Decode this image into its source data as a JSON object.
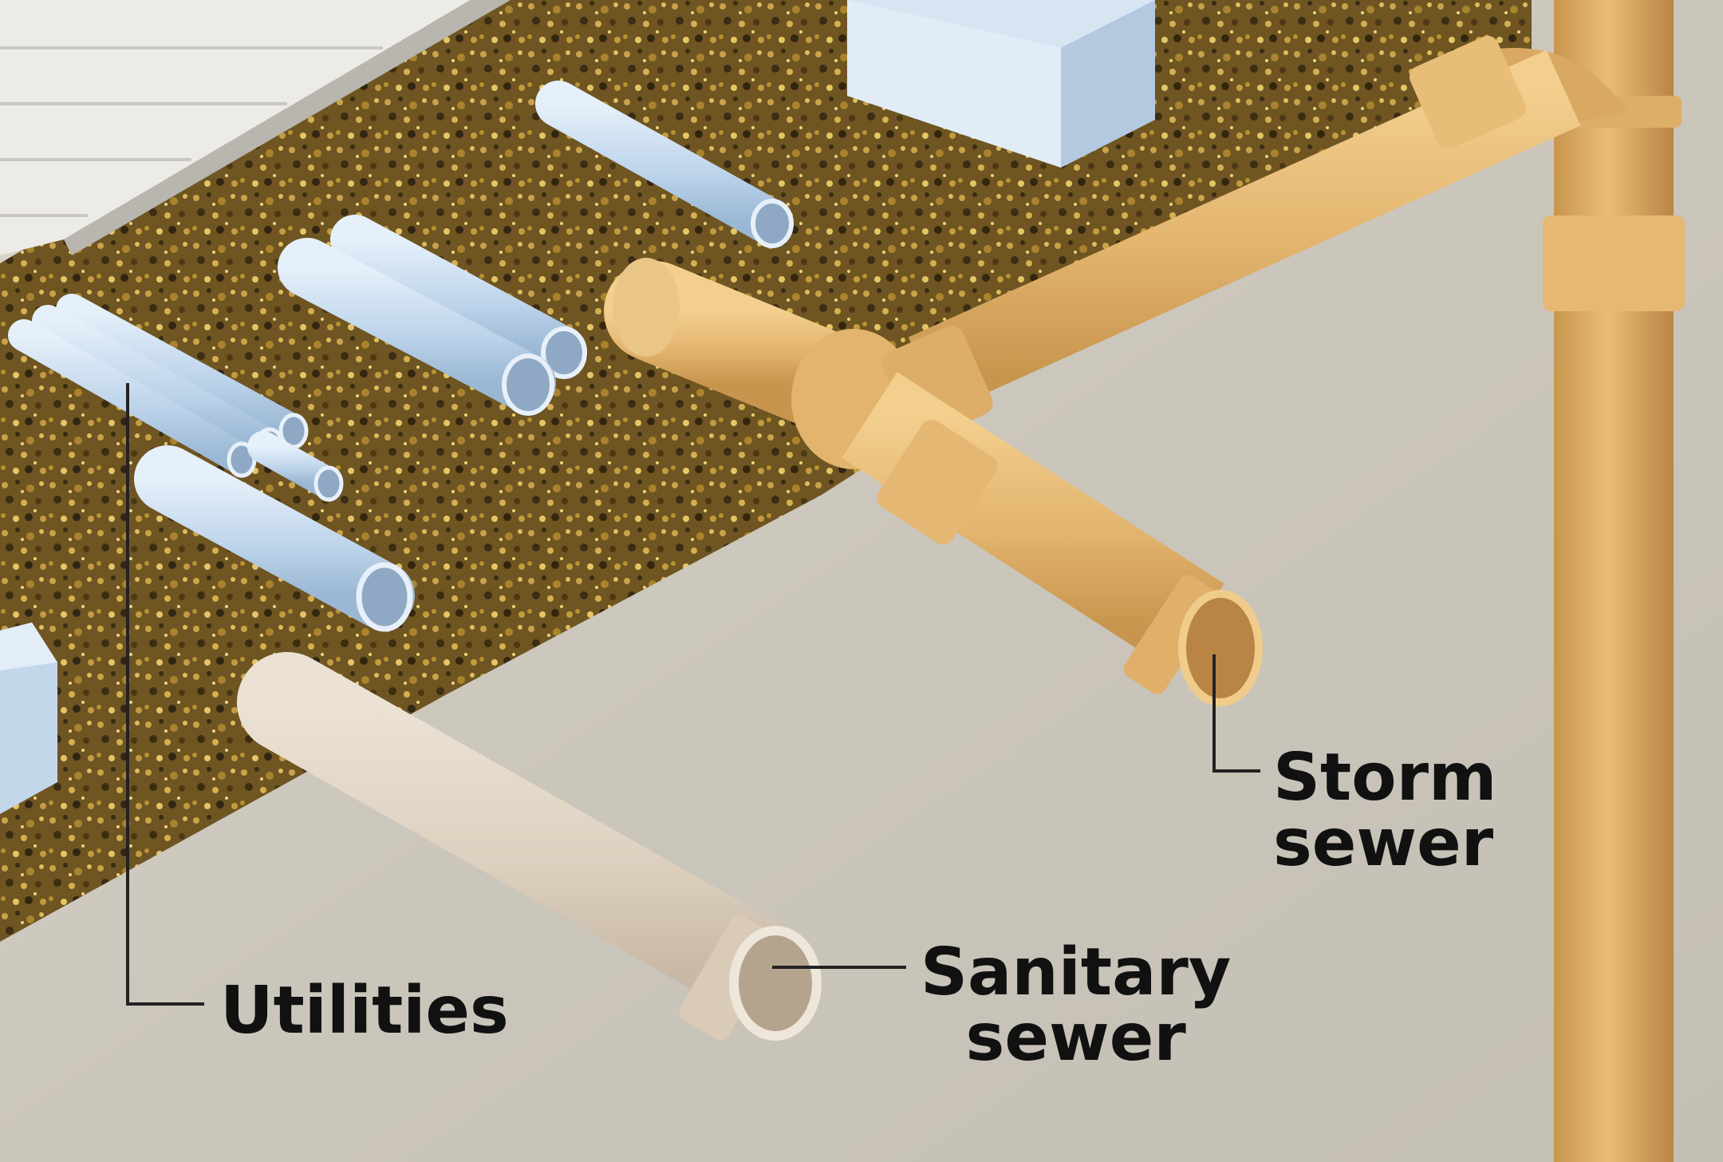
{
  "labels": {
    "storm": {
      "line1": "Storm",
      "line2": "sewer"
    },
    "sanitary": {
      "line1": "Sanitary",
      "line2": "sewer"
    },
    "utilities": "Utilities"
  },
  "colors": {
    "concrete": "#cfcac0",
    "soil": "#6b5320",
    "storm_pipe": "#e2b46e",
    "sanitary_pipe": "#ded1c1",
    "utility_pipe": "#bcd3ea",
    "leader_line": "#222222"
  }
}
